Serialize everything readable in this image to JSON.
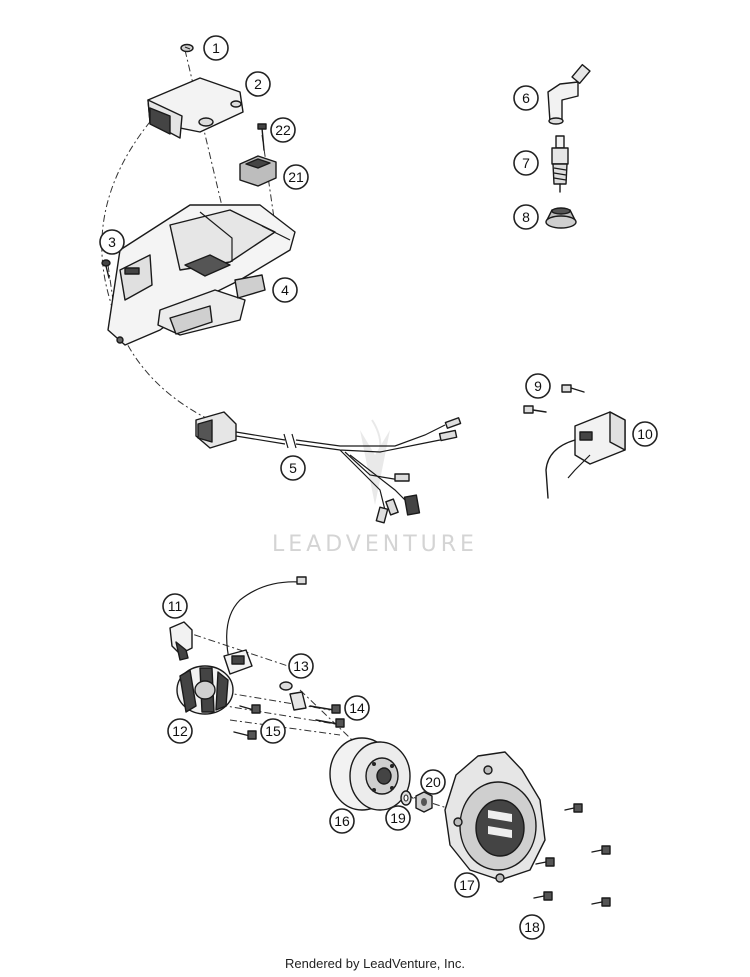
{
  "watermark": "LEADVENTURE",
  "footer": "Rendered by LeadVenture, Inc.",
  "callouts": [
    "1",
    "2",
    "3",
    "4",
    "5",
    "6",
    "7",
    "8",
    "9",
    "10",
    "11",
    "12",
    "13",
    "14",
    "15",
    "16",
    "17",
    "18",
    "19",
    "20",
    "21",
    "22"
  ],
  "colors": {
    "line": "#1a1a1a",
    "fill_light": "#f2f2f2",
    "fill_mid": "#cfcfcf",
    "fill_dark": "#444444",
    "watermark": "#d4d4d4"
  }
}
